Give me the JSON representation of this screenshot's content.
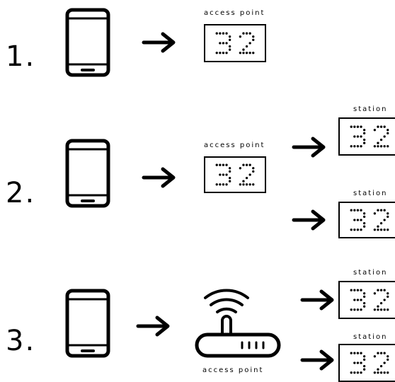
{
  "rows": [
    {
      "label": "1."
    },
    {
      "label": "2."
    },
    {
      "label": "3."
    }
  ],
  "captions": {
    "access_point": "access point",
    "station": "station"
  },
  "display_value": "32",
  "icons": [
    "smartphone-icon",
    "arrow-right-icon",
    "wifi-router-icon",
    "led-display-icon"
  ]
}
